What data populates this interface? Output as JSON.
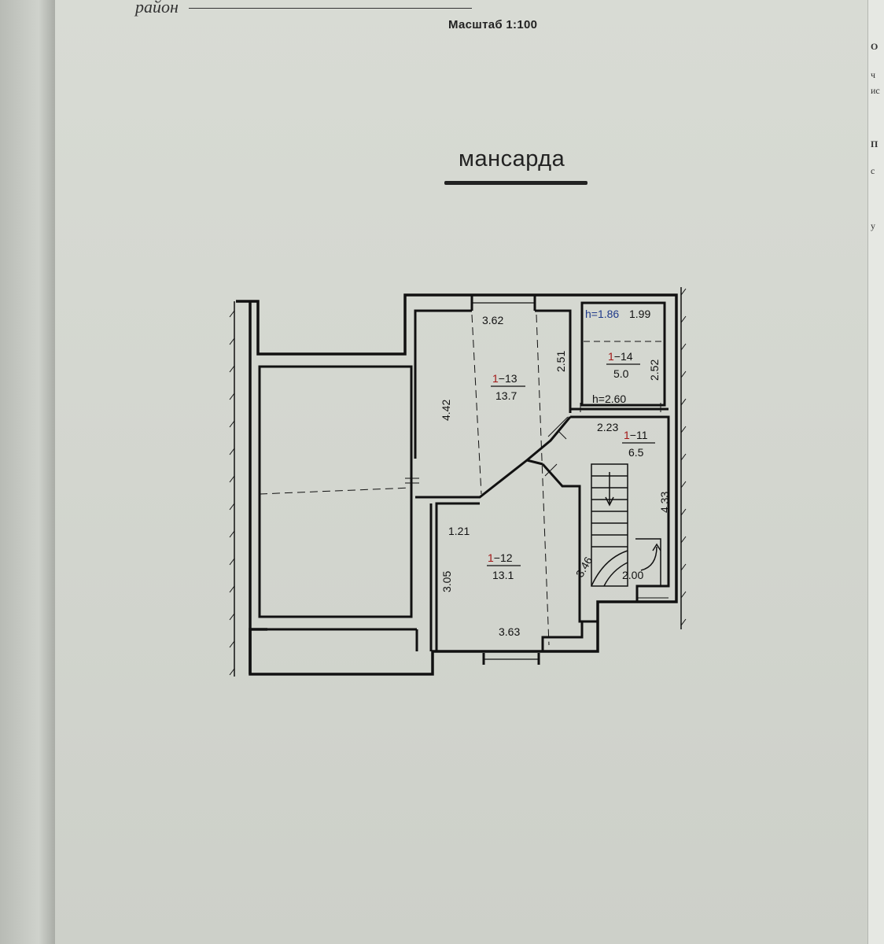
{
  "header": {
    "district_label": "район",
    "scale_text": "Масштаб 1:100"
  },
  "plan": {
    "floor_title": "мансарда",
    "rooms": [
      {
        "floor": "1",
        "number": "13",
        "area": "13.7"
      },
      {
        "floor": "1",
        "number": "12",
        "area": "13.1"
      },
      {
        "floor": "1",
        "number": "14",
        "area": "5.0"
      },
      {
        "floor": "1",
        "number": "11",
        "area": "6.5"
      }
    ],
    "heights": [
      "h=1.86",
      "h=2.60"
    ],
    "dimensions": [
      "3.62",
      "4.42",
      "2.51",
      "1.99",
      "2.52",
      "2.23",
      "4.33",
      "1.21",
      "3.05",
      "3.46",
      "2.00",
      "3.63"
    ]
  },
  "margin_glyphs": [
    "О",
    "ч",
    "ис",
    "П",
    "с",
    "у"
  ],
  "colors": {
    "paper": "#d5d8d1",
    "ink": "#111111",
    "room_number": "#a31515",
    "height_label": "#1f3a8a"
  }
}
